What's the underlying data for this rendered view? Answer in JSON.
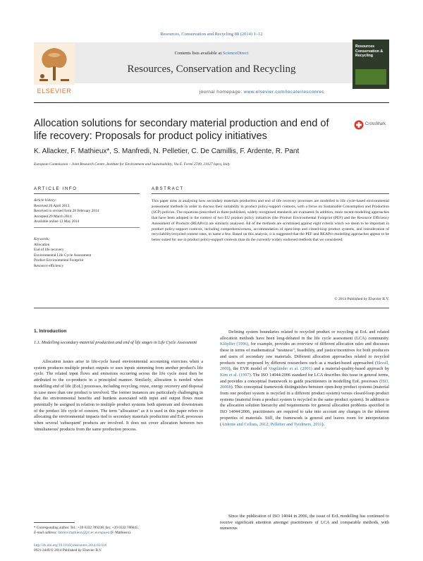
{
  "running_head": "Resources, Conservation and Recycling 88 (2014) 1–12",
  "masthead": {
    "contents_prefix": "Contents lists available at ",
    "contents_link": "ScienceDirect",
    "journal_title": "Resources, Conservation and Recycling",
    "homepage_prefix": "journal homepage: ",
    "homepage_url": "www.elsevier.com/locate/resconrec",
    "publisher_logo": "ELSEVIER",
    "cover_text": "Resources Conservation & Recycling"
  },
  "article": {
    "title": "Allocation solutions for secondary material production and end of life recovery: Proposals for product policy initiatives",
    "crossmark": "CrossMark",
    "authors": "K. Allacker, F. Mathieux*, S. Manfredi, N. Pelletier, C. De Camillis, F. Ardente, R. Pant",
    "affiliation": "European Commission – Joint Research Centre, Institute for Environment and Sustainability, Via E. Fermi 2749, 21027 Ispra, Italy"
  },
  "article_info": {
    "label": "ARTICLE INFO",
    "history_heading": "Article history:",
    "received": "Received 26 April 2013",
    "revised": "Received in revised form 28 February 2014",
    "accepted": "Accepted 29 March 2014",
    "online": "Available online 13 May 2014",
    "keywords_heading": "Keywords:",
    "keywords": [
      "Allocation",
      "End of life recovery",
      "Environmental Life Cycle Assessment",
      "Product Environmental Footprint",
      "Resource efficiency"
    ]
  },
  "abstract": {
    "label": "ABSTRACT",
    "body": "This paper aims at analysing how secondary materials production and end of life recovery processes are modelled in life cycle-based environmental assessment methods in order to discuss their suitability in product policy-support contexts, with a focus on Sustainable Consumption and Production (SCP) policies. The equations prescribed in three published, widely recognised standards are evaluated. In addition, more recent modelling approaches that have been adopted in the context of two EU product policy initiatives (the Product Environmental Footprint (PEF) and the Resource Efficiency Assessment of Products (REAPro)) are similarly analysed. All of the methods are scrutinised against eight criteria which we deem to be important in product policy-support contexts, including comprehensiveness, accommodation of open-loop and closed-loop product systems, and consideration of recyclability/recycled content rates, to name a few. Based on this analysis, it is suggested that the PEF and REAPro modelling approaches appear to be better suited for use in product policy-support contexts than do the currently widely endorsed methods that we considered.",
    "copyright": "© 2014 Published by Elsevier B.V."
  },
  "body": {
    "section_heading": "1. Introduction",
    "subsection_heading": "1.1. Modelling secondary material production and end of life stages in Life Cycle Assessment",
    "col1_p1": "Allocation issues arise in life-cycle based environmental accounting exercises when a system produces multiple product outputs or uses inputs stemming from another product's life cycle. The related input flows and emissions occurring across the life cycle must then be attributed to the co-products in a principled manner. Similarly, allocation is needed when modelling end of life (EoL) processes, including recycling, reuse, energy recovery and disposal in case more than one product is involved. The former instances are particularly challenging in that the environmental benefits and burdens associated with input and output flows must potentially be assigned in relation to multiple product systems both upstream and downstream of the product life cycle of concern. The term \"allocation\" as it is used in this paper refers to allocating the environmental impacts tied to secondary materials production and EoL processes when several 'subsequent' products are involved. It does not cover allocation between two 'simultaneous' products from the same production process.",
    "col2_p1_a": "Defining system boundaries related to recycled product or recycling at EoL and related allocation methods have been long-debated in the life cycle assessment (LCA) community. ",
    "ref_klopffer": "Klöpffer (1996)",
    "col2_p1_b": ", for example, provides an overview of different allocation rules and discusses these in terms of mathematical \"neatness\", feasibility, and justice/incentives for both producers and users of secondary raw materials. Different allocation approaches related to recycled products were proposed by different researchers such as a market-based approached (",
    "ref_ekvall": "Ekvall, 2000",
    "col2_p1_c": "), the EVR model of ",
    "ref_vogtlander": "Vogtländer et al. (2001)",
    "col2_p1_d": " and a material-quality-based approach by ",
    "ref_kim": "Kim et al. (1997)",
    "col2_p1_e": ". The ISO 14044:2006 standard for LCA describes this issue in general terms, and provides a conceptual framework to guide practitioners in modelling EoL processes (",
    "ref_iso": "ISO, 2006b",
    "col2_p1_f": "). This conceptual framework distinguishes between open-loop product systems (material from one product system is recycled in a different product system) versus closed-loop product systems (material from a product system is recycled in the same product system). In addition to the allocation solution hierarchy and requirements for general allocation problems specified in ISO 14044:2006, practitioners are required to take into account any changes in the inherent properties of materials. Still, the framework is general and leaves room for interpretation (",
    "ref_ardente": "Ardente and Cellura, 2012; Pelletier and Tyedmers, 2011",
    "col2_p1_g": ").",
    "col2_p2": "Since the publication of ISO 14044 in 2006, the issue of EoL modelling has continued to receive significant attention amongst practitioners of LCA and comparable methods, with numerous"
  },
  "footer": {
    "corresponding": "* Corresponding author. Tel.: +39 0332 789238; fax: +39 0332 786645.",
    "email_label": "E-mail address: ",
    "email": "fabrice.mathieux@jrc.ec.europa.eu",
    "email_suffix": " (F. Mathieux).",
    "doi": "http://dx.doi.org/10.1016/j.resconrec.2014.03.016",
    "issn": "0921-3449/© 2014 Published by Elsevier B.V."
  },
  "colors": {
    "link": "#2f6ea5",
    "publisher_orange": "#e9711c",
    "masthead_bg": "#ebebeb"
  },
  "icons": [
    "elsevier-tree-logo",
    "journal-cover",
    "crossmark-icon"
  ]
}
